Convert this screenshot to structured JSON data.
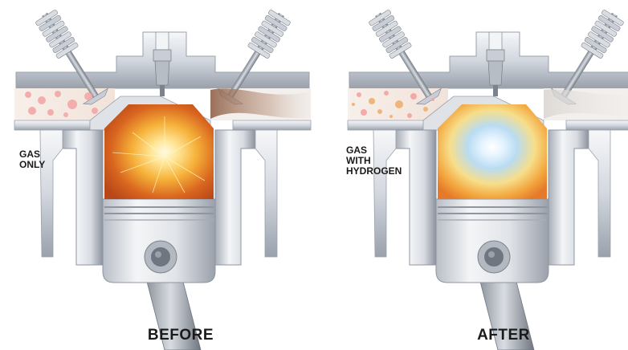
{
  "panels": [
    {
      "id": "before",
      "side_label": "GAS\nONLY",
      "caption": "BEFORE",
      "flame": {
        "core": "#fffbe0",
        "mid": "#f6b23a",
        "outer": "#d9651f",
        "edge": "#b8481a"
      }
    },
    {
      "id": "after",
      "side_label": "GAS\nWITH\nHYDROGEN",
      "caption": "AFTER",
      "flame": {
        "core": "#ffffff",
        "mid": "#b9dcf2",
        "outer": "#f3c24a",
        "edge": "#e47a2a"
      }
    }
  ],
  "colors": {
    "metal_light": "#eef0f3",
    "metal_mid": "#c9ced6",
    "metal_dark": "#8f96a1",
    "intake_bubbles": "#f2a4a4",
    "exhaust_smoke": "#b08a72"
  }
}
